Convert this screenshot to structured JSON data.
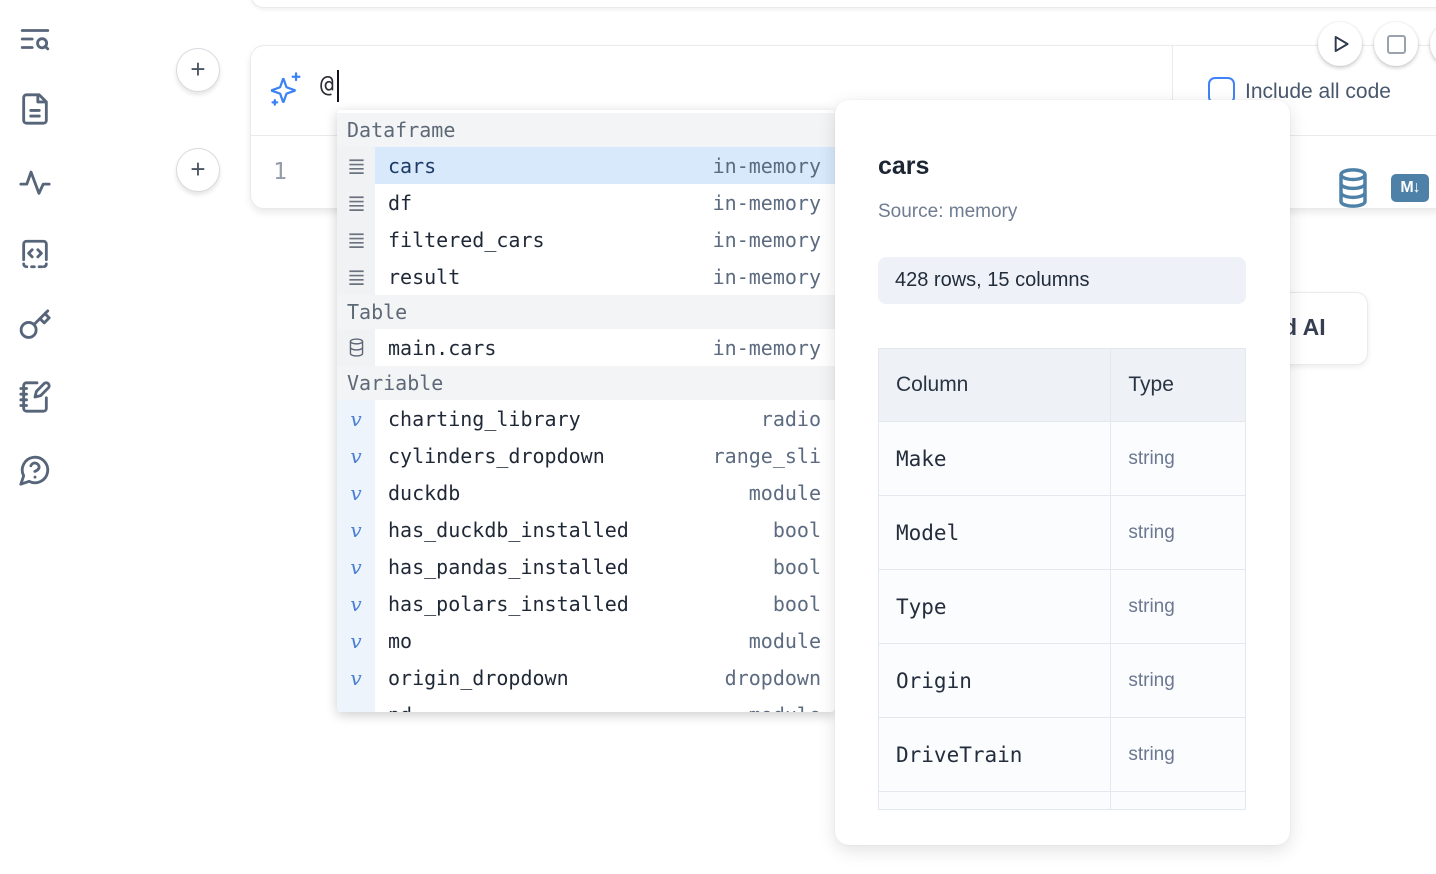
{
  "sidebar": {
    "icons": [
      "toc-search",
      "file",
      "activity",
      "code-snippets",
      "key",
      "scratchpad",
      "help-chat"
    ]
  },
  "prompt": {
    "value": "@",
    "include_all_code_label": "Include all code",
    "include_all_code_checked": false
  },
  "run_controls": {
    "buttons": [
      "run",
      "stop"
    ]
  },
  "editor": {
    "line_number": "1"
  },
  "cell_actions": {
    "markdown_badge": "M↓"
  },
  "autocomplete": {
    "sections": [
      {
        "label": "Dataframe",
        "items": [
          {
            "name": "cars",
            "type": "in-memory",
            "icon": "rows-icon",
            "selected": true
          },
          {
            "name": "df",
            "type": "in-memory",
            "icon": "rows-icon"
          },
          {
            "name": "filtered_cars",
            "type": "in-memory",
            "icon": "rows-icon"
          },
          {
            "name": "result",
            "type": "in-memory",
            "icon": "rows-icon"
          }
        ]
      },
      {
        "label": "Table",
        "items": [
          {
            "name": "main.cars",
            "type": "in-memory",
            "icon": "database-icon"
          }
        ]
      },
      {
        "label": "Variable",
        "items": [
          {
            "name": "charting_library",
            "type": "radio",
            "icon": "variable-icon"
          },
          {
            "name": "cylinders_dropdown",
            "type": "range_sli",
            "icon": "variable-icon"
          },
          {
            "name": "duckdb",
            "type": "module",
            "icon": "variable-icon"
          },
          {
            "name": "has_duckdb_installed",
            "type": "bool",
            "icon": "variable-icon"
          },
          {
            "name": "has_pandas_installed",
            "type": "bool",
            "icon": "variable-icon"
          },
          {
            "name": "has_polars_installed",
            "type": "bool",
            "icon": "variable-icon"
          },
          {
            "name": "mo",
            "type": "module",
            "icon": "variable-icon"
          },
          {
            "name": "origin_dropdown",
            "type": "dropdown",
            "icon": "variable-icon"
          },
          {
            "name": "pd",
            "type": "module",
            "icon": "variable-icon"
          }
        ]
      }
    ]
  },
  "ai_button": {
    "label_fragment": "d AI"
  },
  "preview": {
    "title": "cars",
    "source": "Source: memory",
    "shape": "428 rows, 15 columns",
    "table": {
      "headers": [
        "Column",
        "Type"
      ],
      "rows": [
        [
          "Make",
          "string"
        ],
        [
          "Model",
          "string"
        ],
        [
          "Type",
          "string"
        ],
        [
          "Origin",
          "string"
        ],
        [
          "DriveTrain",
          "string"
        ],
        [
          "",
          ""
        ]
      ]
    }
  },
  "colors": {
    "accent_blue": "#3b82f6",
    "selection_blue": "#d8e9fb",
    "steel_blue": "#4e81a8",
    "checkbox_blue": "#3f83f8"
  }
}
